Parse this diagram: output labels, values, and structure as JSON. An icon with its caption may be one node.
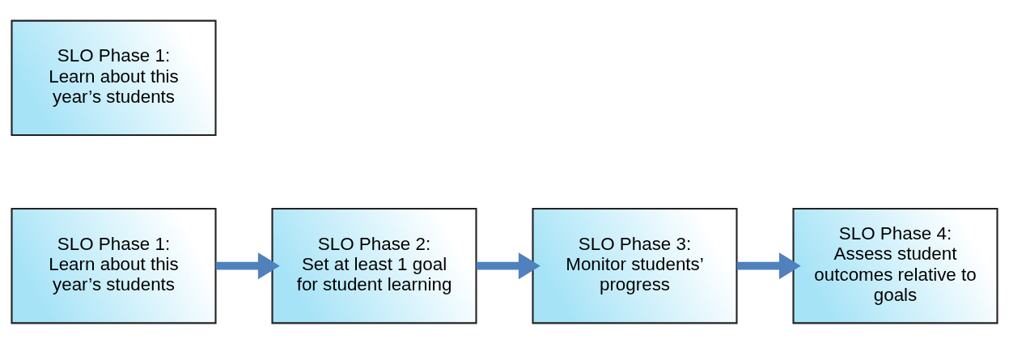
{
  "diagram": {
    "nodes": [
      {
        "text": [
          "SLO Phase 1:",
          "Learn about this year’s students"
        ]
      },
      {
        "text": [
          "SLO Phase 2:",
          "Set at least 1 goal for student learning"
        ]
      },
      {
        "text": [
          "SLO Phase 3:",
          "Monitor students’ progress"
        ]
      },
      {
        "text": [
          "SLO Phase 4:",
          "Assess student outcomes relative to goals"
        ]
      },
      {
        "text": [
          "SLO Phase 1:",
          "Learn about this year’s students"
        ]
      }
    ],
    "edges": [
      {
        "from": 0,
        "to": 1,
        "arrow": "to"
      },
      {
        "from": 1,
        "to": 2,
        "arrow": "to"
      },
      {
        "from": 2,
        "to": 3,
        "arrow": "to"
      }
    ]
  }
}
